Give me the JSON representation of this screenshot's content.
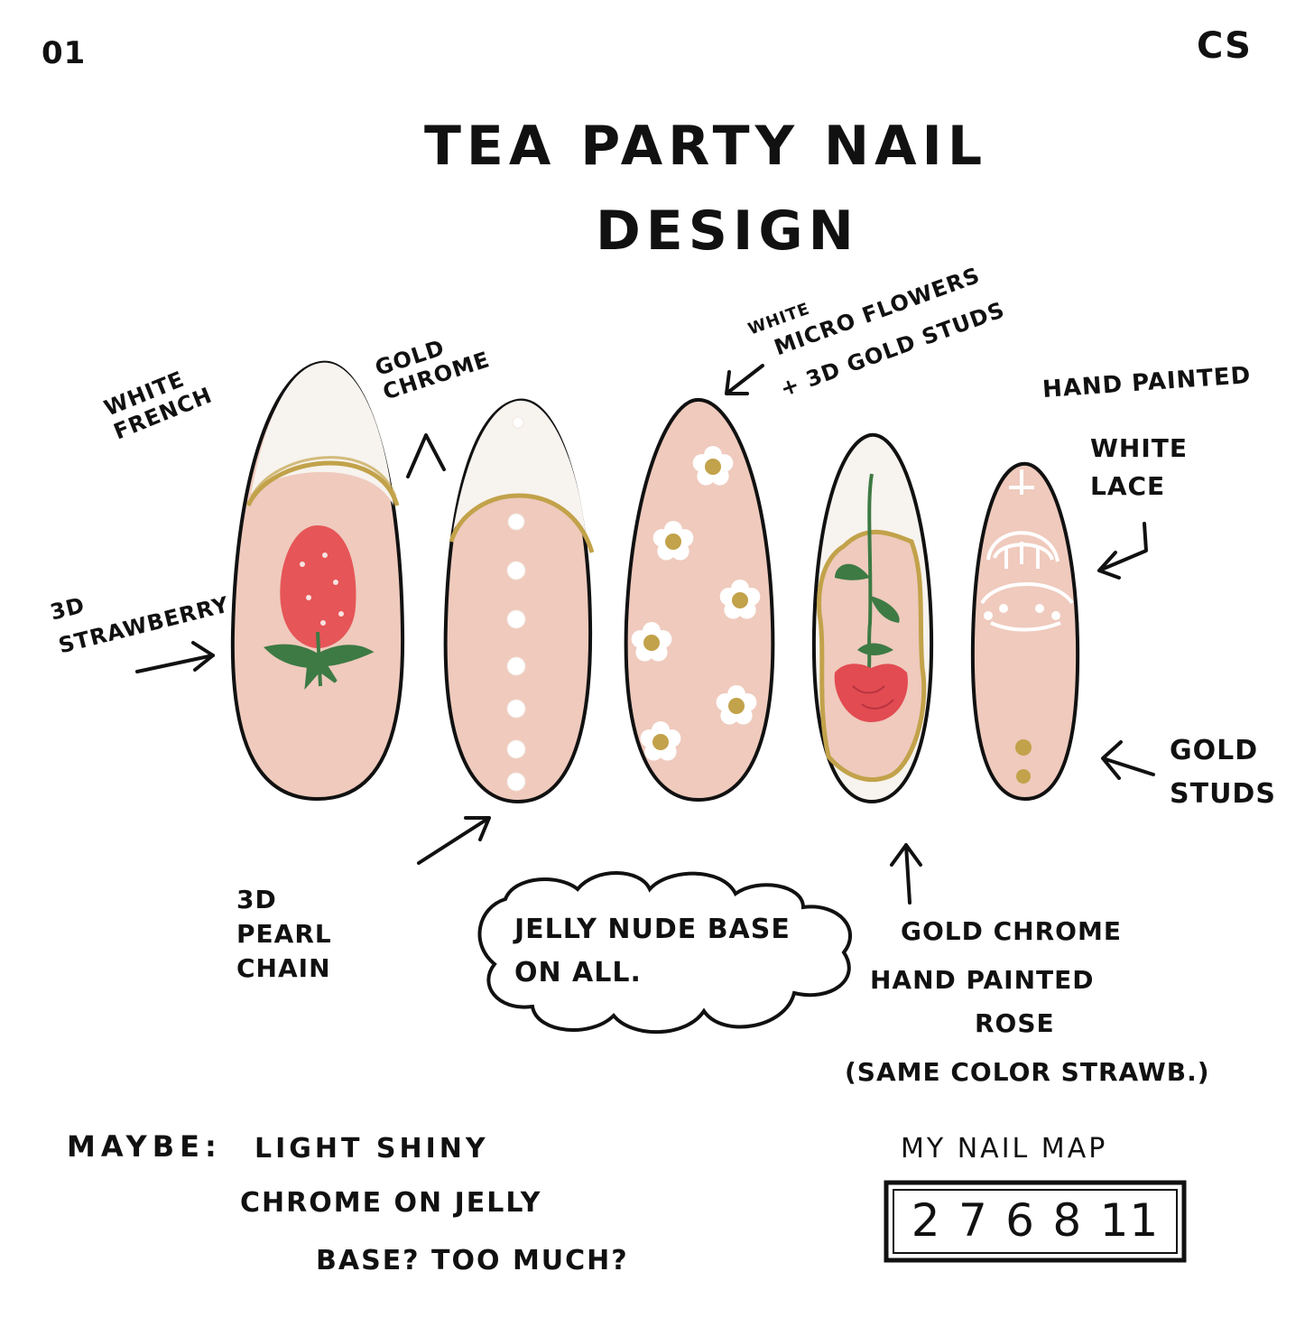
{
  "page": {
    "number": "01",
    "initials": "CS",
    "title_line1": "TEA PARTY NAIL",
    "title_line2": "DESIGN"
  },
  "colors": {
    "ink": "#111111",
    "nude_base": "#efcabd",
    "french_tip": "#f7f3ee",
    "gold": "#c2a24a",
    "strawberry_red": "#e65557",
    "leaf_green": "#3d7a44",
    "rose_red": "#e24b52",
    "pearl_white": "#ffffff"
  },
  "nails": [
    {
      "icon": "strawberry-nail"
    },
    {
      "icon": "pearl-chain-nail"
    },
    {
      "icon": "micro-flowers-nail"
    },
    {
      "icon": "rose-nail"
    },
    {
      "icon": "lace-nail"
    }
  ],
  "annotations": {
    "white_french": "WHITE\nFRENCH",
    "gold_chrome_top": "GOLD\nCHROME",
    "micro_flowers_line1": "WHITE",
    "micro_flowers_line2": "MICRO FLOWERS",
    "micro_flowers_line3": "+ 3D GOLD STUDS",
    "hand_painted_lace_line1": "HAND PAINTED",
    "hand_painted_lace_line2": "WHITE\nLACE",
    "strawberry_3d": "3D\nSTRAWBERRY",
    "gold_studs": "GOLD\nSTUDS",
    "pearl_chain": "3D\nPEARL\nCHAIN",
    "jelly_base": "JELLY NUDE BASE\nON ALL.",
    "gold_chrome_rose_line1": "GOLD CHROME",
    "gold_chrome_rose_line2": "HAND PAINTED",
    "gold_chrome_rose_line3": "ROSE",
    "gold_chrome_rose_line4": "(SAME COLOR STRAWB.)"
  },
  "maybe_note": {
    "label": "MAYBE:",
    "line1": "LIGHT SHINY",
    "line2": "CHROME ON JELLY",
    "line3": "BASE? TOO MUCH?"
  },
  "nail_map": {
    "label": "MY NAIL MAP",
    "sizes": [
      "2",
      "7",
      "6",
      "8",
      "11"
    ]
  }
}
